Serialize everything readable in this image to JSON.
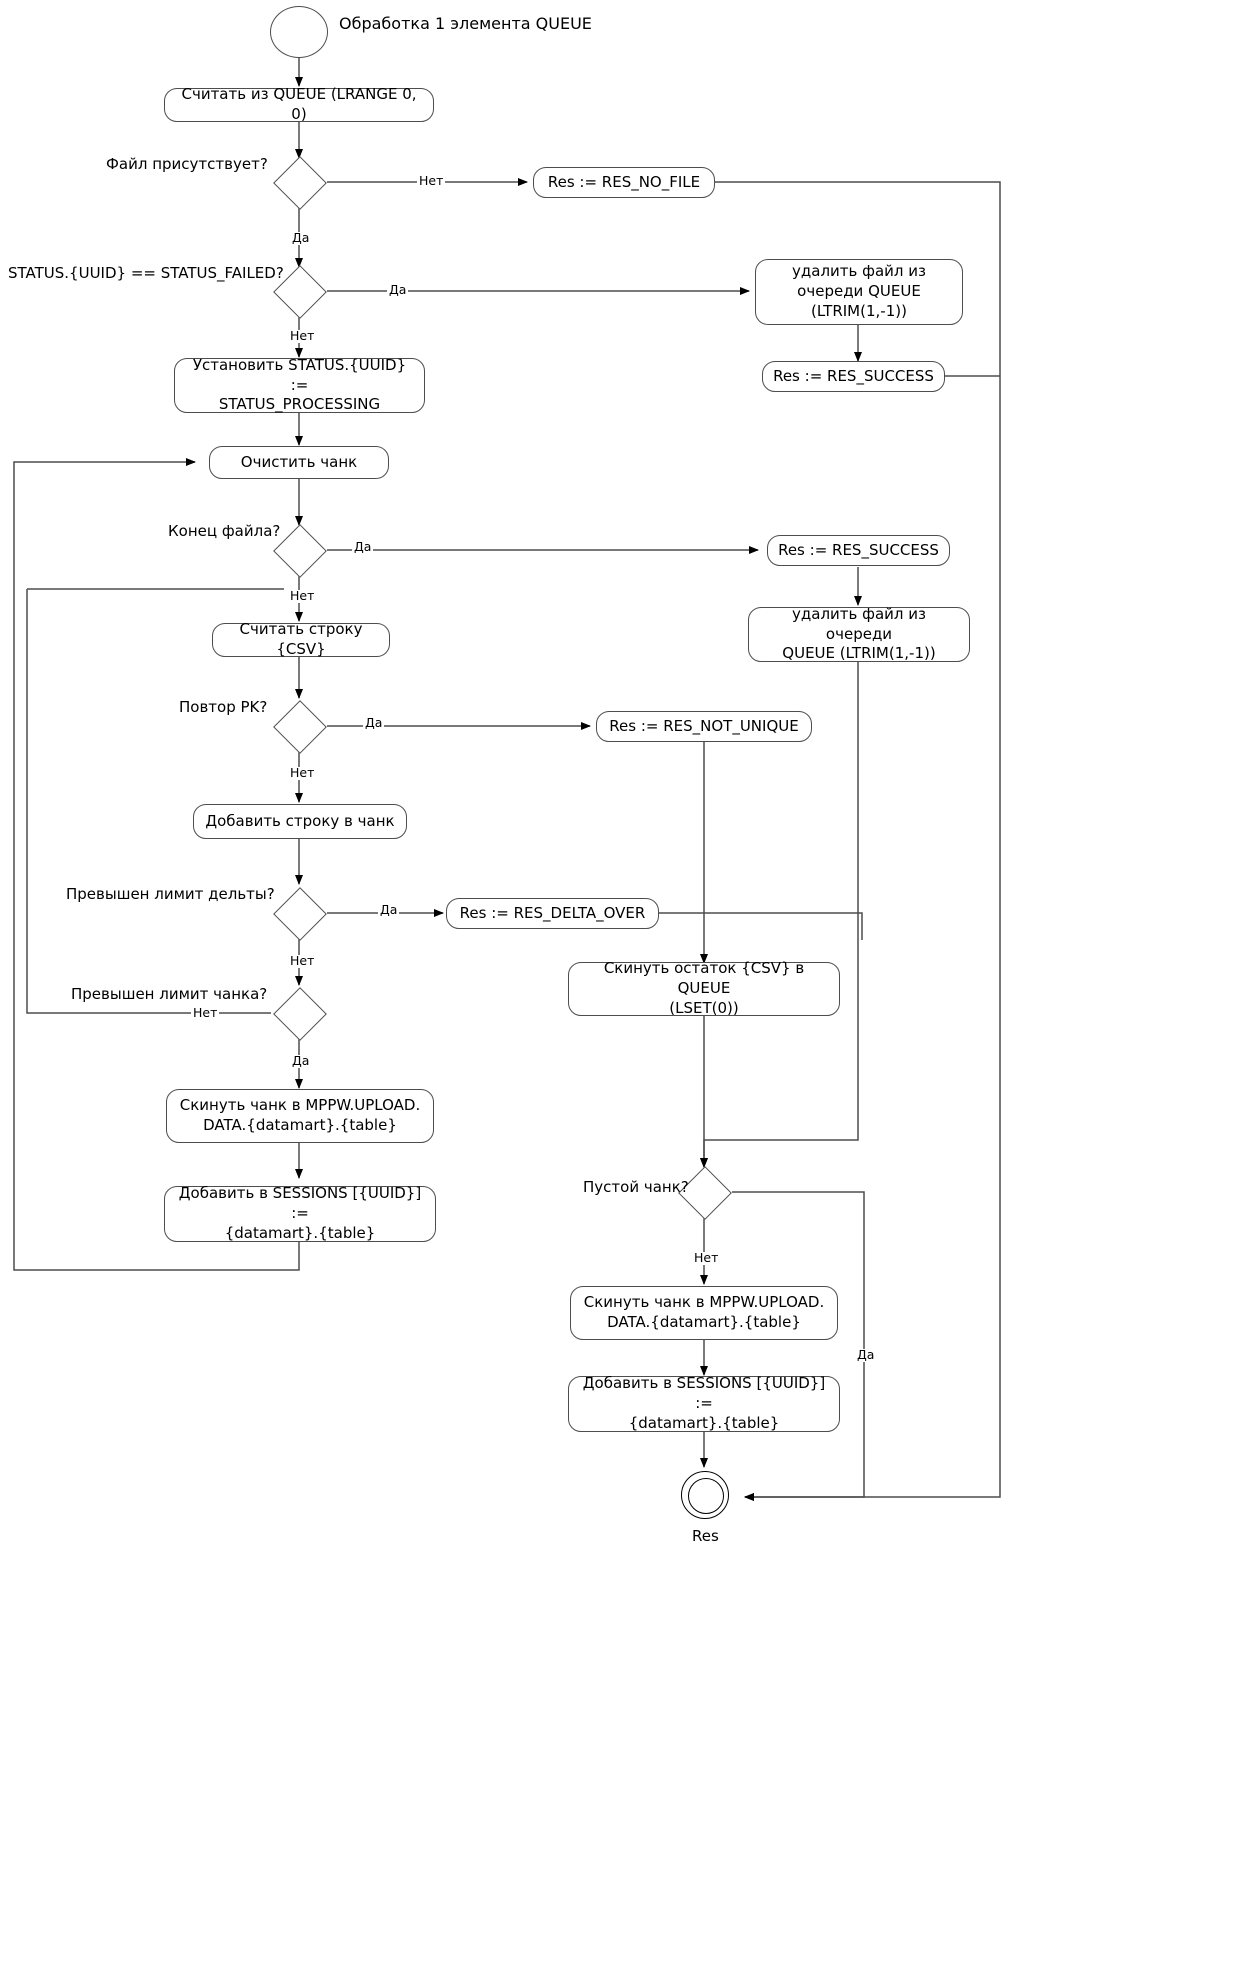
{
  "diagram": {
    "title": "Обработка 1 элемента QUEUE",
    "end_label": "Res",
    "labels": {
      "yes": "Да",
      "no": "Нет"
    },
    "nodes": {
      "start": "",
      "read_queue": "Считать из QUEUE (LRANGE 0, 0)",
      "file_exists_q": "Файл присутствует?",
      "res_no_file": "Res := RES_NO_FILE",
      "status_failed_q": "STATUS.{UUID} == STATUS_FAILED?",
      "delete_file_queue_1": "удалить файл из очереди QUEUE (LTRIM(1,-1))",
      "res_success_1": "Res := RES_SUCCESS",
      "set_status_processing": "Установить STATUS.{UUID} := STATUS_PROCESSING",
      "clear_chunk": "Очистить чанк",
      "eof_q": "Конец файла?",
      "res_success_2": "Res := RES_SUCCESS",
      "delete_file_queue_2": "удалить файл из очереди QUEUE (LTRIM(1,-1))",
      "read_csv_row": "Считать строку {CSV}",
      "pk_repeat_q": "Повтор PK?",
      "res_not_unique": "Res := RES_NOT_UNIQUE",
      "add_row_to_chunk": "Добавить строку в чанк",
      "delta_limit_q": "Превышен лимит дельты?",
      "res_delta_over": "Res := RES_DELTA_OVER",
      "chunk_limit_q": "Превышен лимит чанка?",
      "flush_rest_queue": "Скинуть остаток {CSV} в QUEUE (LSET(0))",
      "flush_chunk_1": "Скинуть чанк в MPPW.UPLOAD. DATA.{datamart}.{table}",
      "add_sessions_1": "Добавить в SESSIONS [{UUID}] := {datamart}.{table}",
      "empty_chunk_q": "Пустой чанк?",
      "flush_chunk_2": "Скинуть чанк в MPPW.UPLOAD. DATA.{datamart}.{table}",
      "add_sessions_2": "Добавить в SESSIONS [{UUID}] := {datamart}.{table}",
      "end": ""
    },
    "node_lines": {
      "delete_file_queue_1": [
        "удалить файл из",
        "очереди QUEUE",
        "(LTRIM(1,-1))"
      ],
      "set_status_processing": [
        "Установить STATUS.{UUID} :=",
        "STATUS_PROCESSING"
      ],
      "delete_file_queue_2": [
        "удалить файл из очереди",
        "QUEUE (LTRIM(1,-1))"
      ],
      "flush_rest_queue": [
        "Скинуть остаток {CSV} в QUEUE",
        "(LSET(0))"
      ],
      "flush_chunk_1": [
        "Скинуть чанк в MPPW.UPLOAD.",
        "DATA.{datamart}.{table}"
      ],
      "add_sessions_1": [
        "Добавить в SESSIONS [{UUID}] :=",
        "{datamart}.{table}"
      ],
      "flush_chunk_2": [
        "Скинуть чанк в MPPW.UPLOAD.",
        "DATA.{datamart}.{table}"
      ],
      "add_sessions_2": [
        "Добавить в SESSIONS [{UUID}] :=",
        "{datamart}.{table}"
      ]
    },
    "edge_labels": {
      "file_exists_no": "Нет",
      "file_exists_yes": "Да",
      "status_failed_yes": "Да",
      "status_failed_no": "Нет",
      "eof_yes": "Да",
      "eof_no": "Нет",
      "pk_yes": "Да",
      "pk_no": "Нет",
      "delta_yes": "Да",
      "delta_no": "Нет",
      "chunk_no": "Нет",
      "chunk_yes": "Да",
      "empty_no": "Нет",
      "empty_yes": "Да"
    },
    "colors": {
      "stroke": "#4d4d4d",
      "text": "#000000",
      "background": "#ffffff",
      "arrow": "#000000"
    }
  }
}
